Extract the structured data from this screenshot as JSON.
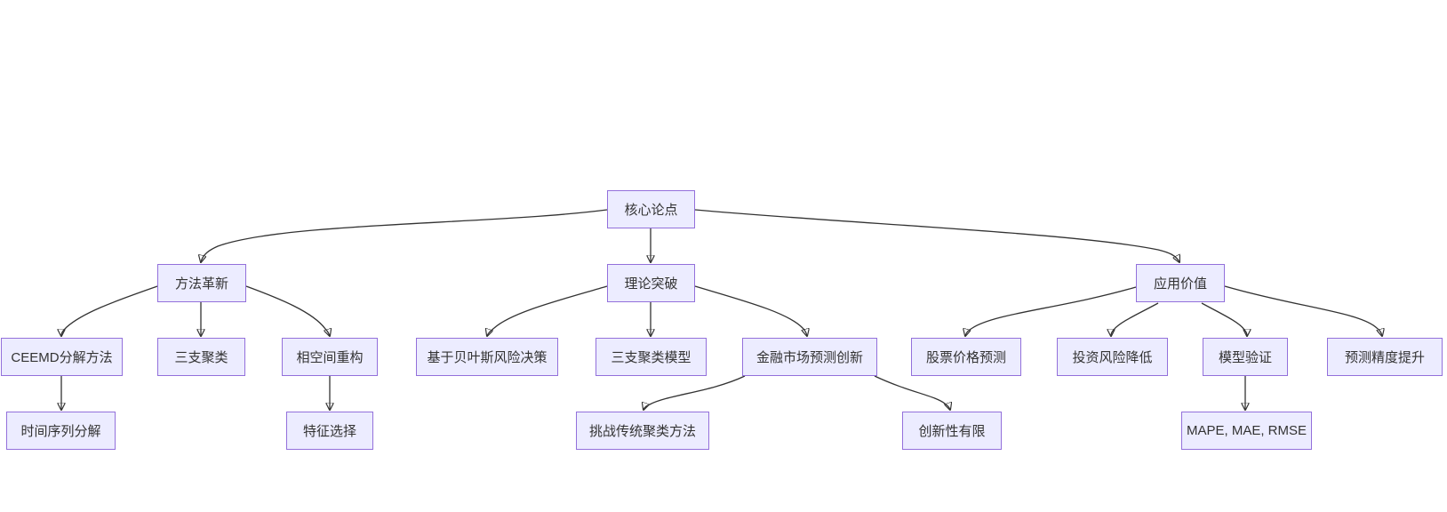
{
  "diagram": {
    "type": "flowchart-tree",
    "background_color": "#ffffff",
    "node_fill_color": "#ECECFF",
    "node_border_color": "#9370DB",
    "edge_color": "#333333",
    "text_color": "#333333",
    "nodes": [
      {
        "id": "core",
        "label": "核心论点",
        "level": 1
      },
      {
        "id": "method",
        "label": "方法革新",
        "level": 2
      },
      {
        "id": "theory",
        "label": "理论突破",
        "level": 2
      },
      {
        "id": "application",
        "label": "应用价值",
        "level": 2
      },
      {
        "id": "ceemd",
        "label": "CEEMD分解方法",
        "level": 3
      },
      {
        "id": "three-way-clustering",
        "label": "三支聚类",
        "level": 3
      },
      {
        "id": "phase-space",
        "label": "相空间重构",
        "level": 3
      },
      {
        "id": "bayes-risk",
        "label": "基于贝叶斯风险决策",
        "level": 3
      },
      {
        "id": "three-way-model",
        "label": "三支聚类模型",
        "level": 3
      },
      {
        "id": "fin-market-innovation",
        "label": "金融市场预测创新",
        "level": 3
      },
      {
        "id": "stock-price",
        "label": "股票价格预测",
        "level": 3
      },
      {
        "id": "risk-reduction",
        "label": "投资风险降低",
        "level": 3
      },
      {
        "id": "model-validation",
        "label": "模型验证",
        "level": 3
      },
      {
        "id": "accuracy-improve",
        "label": "预测精度提升",
        "level": 3
      },
      {
        "id": "ts-decomposition",
        "label": "时间序列分解",
        "level": 4
      },
      {
        "id": "feature-selection",
        "label": "特征选择",
        "level": 4
      },
      {
        "id": "challenge-clustering",
        "label": "挑战传统聚类方法",
        "level": 4
      },
      {
        "id": "limited-novelty",
        "label": "创新性有限",
        "level": 4
      },
      {
        "id": "metrics",
        "label": "MAPE, MAE, RMSE",
        "level": 4
      }
    ],
    "edges": [
      {
        "from": "核心论点",
        "to": "方法革新"
      },
      {
        "from": "核心论点",
        "to": "理论突破"
      },
      {
        "from": "核心论点",
        "to": "应用价值"
      },
      {
        "from": "方法革新",
        "to": "CEEMD分解方法"
      },
      {
        "from": "方法革新",
        "to": "三支聚类"
      },
      {
        "from": "方法革新",
        "to": "相空间重构"
      },
      {
        "from": "理论突破",
        "to": "基于贝叶斯风险决策"
      },
      {
        "from": "理论突破",
        "to": "三支聚类模型"
      },
      {
        "from": "理论突破",
        "to": "金融市场预测创新"
      },
      {
        "from": "应用价值",
        "to": "股票价格预测"
      },
      {
        "from": "应用价值",
        "to": "投资风险降低"
      },
      {
        "from": "应用价值",
        "to": "模型验证"
      },
      {
        "from": "应用价值",
        "to": "预测精度提升"
      },
      {
        "from": "CEEMD分解方法",
        "to": "时间序列分解"
      },
      {
        "from": "相空间重构",
        "to": "特征选择"
      },
      {
        "from": "金融市场预测创新",
        "to": "挑战传统聚类方法"
      },
      {
        "from": "金融市场预测创新",
        "to": "创新性有限"
      },
      {
        "from": "模型验证",
        "to": "MAPE, MAE, RMSE"
      }
    ]
  }
}
